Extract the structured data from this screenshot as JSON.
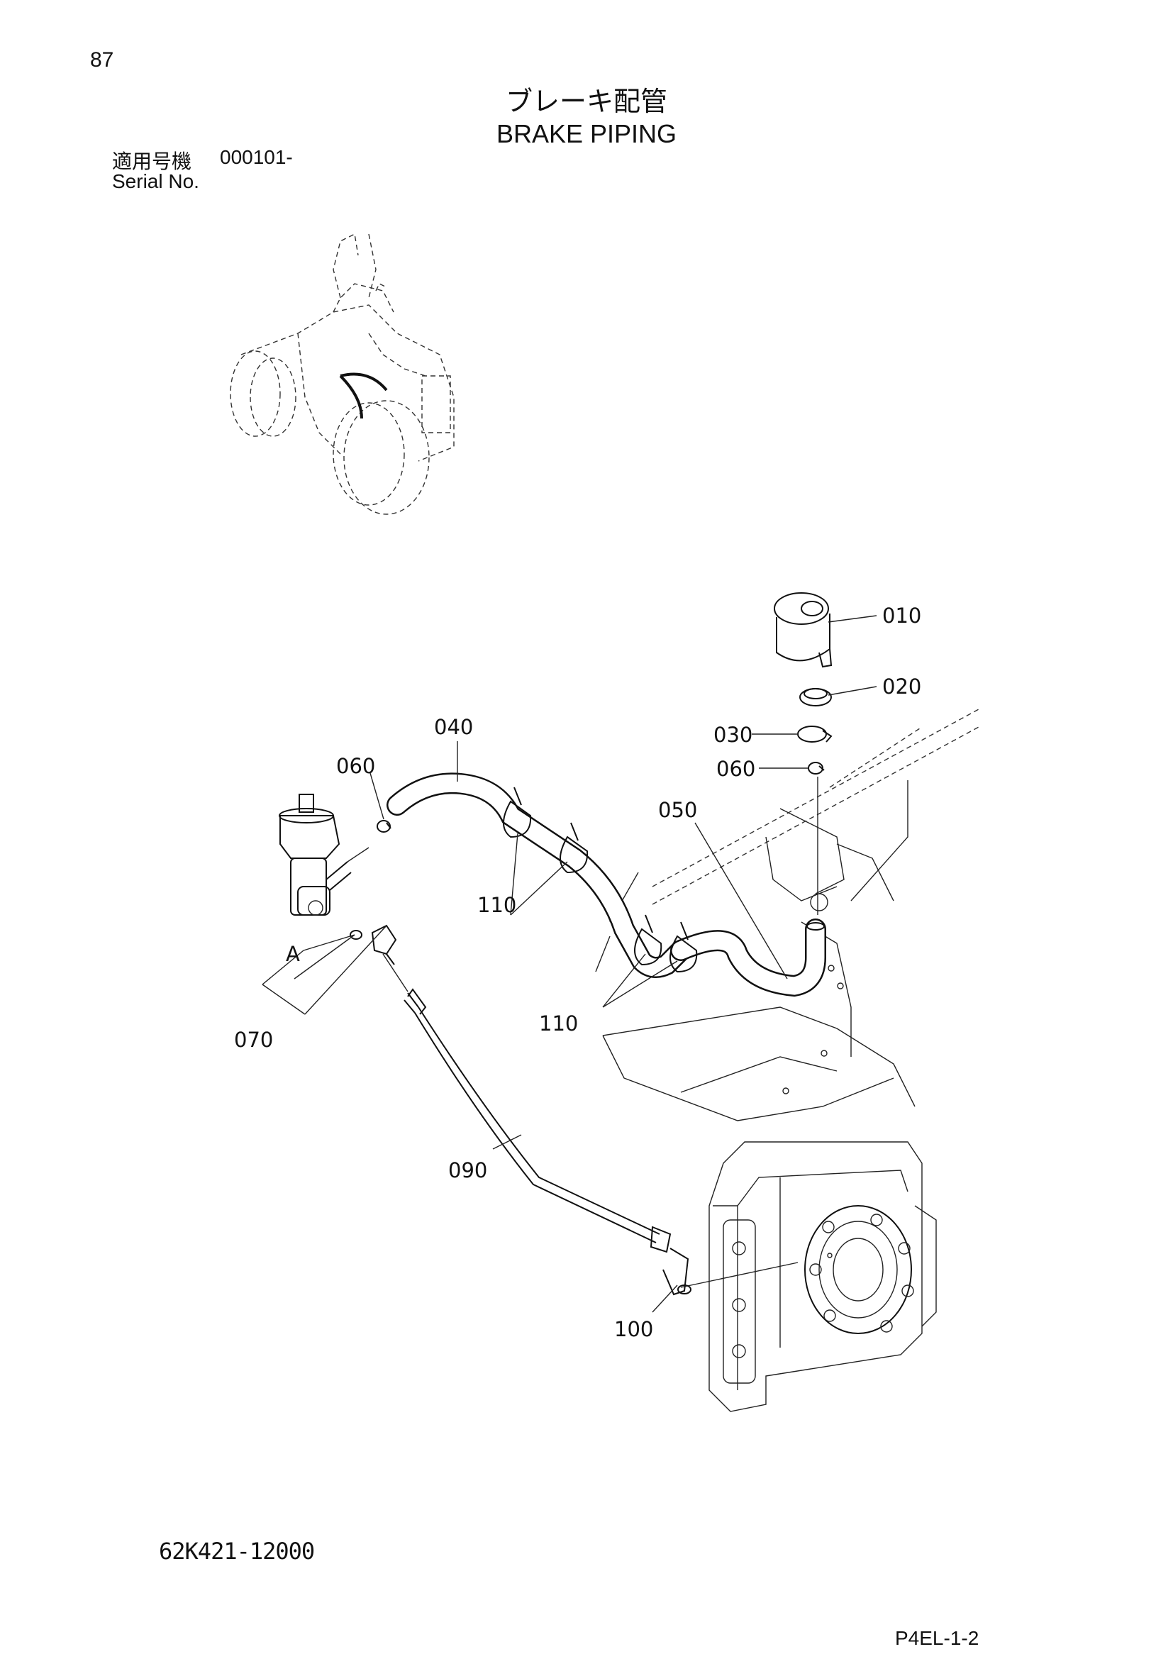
{
  "page_number": "87",
  "title_jp": "ブレーキ配管",
  "title_en": "BRAKE PIPING",
  "serial": {
    "label_jp": "適用号機",
    "value": "000101-",
    "label_en": "Serial No."
  },
  "callouts": {
    "c010": "010",
    "c020": "020",
    "c030": "030",
    "c060a": "060",
    "c060b": "060",
    "c040": "040",
    "c050": "050",
    "c110a": "110",
    "c110b": "110",
    "cA": "A",
    "c070": "070",
    "c090": "090",
    "c100": "100"
  },
  "drawing_number": "62K421-12000",
  "page_code": "P4EL-1-2"
}
